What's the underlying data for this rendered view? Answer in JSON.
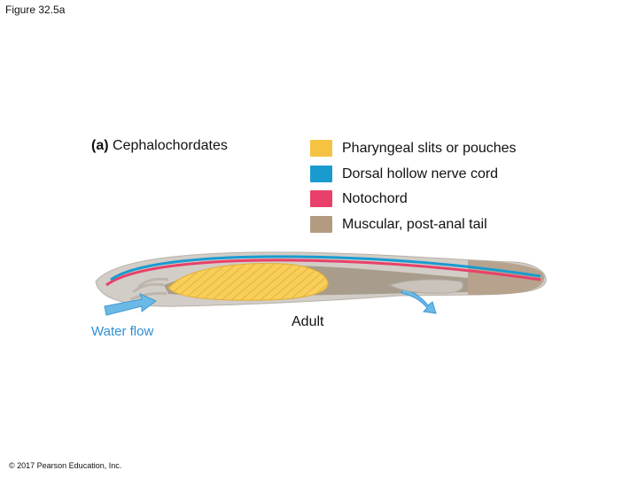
{
  "figure_label": "Figure 32.5a",
  "panel": {
    "letter": "(a)",
    "title": "Cephalochordates"
  },
  "legend": [
    {
      "label": "Pharyngeal slits or pouches",
      "color": "#f5c242"
    },
    {
      "label": "Dorsal hollow nerve cord",
      "color": "#1a9bd0"
    },
    {
      "label": "Notochord",
      "color": "#e8406a"
    },
    {
      "label": "Muscular, post-anal tail",
      "color": "#b39b82"
    }
  ],
  "labels": {
    "water_flow": "Water flow",
    "adult": "Adult"
  },
  "copyright": "© 2017 Pearson Education, Inc.",
  "colors": {
    "body": "#cfcac4",
    "gut": "#9a8c78",
    "water": "#6ab9e6"
  }
}
